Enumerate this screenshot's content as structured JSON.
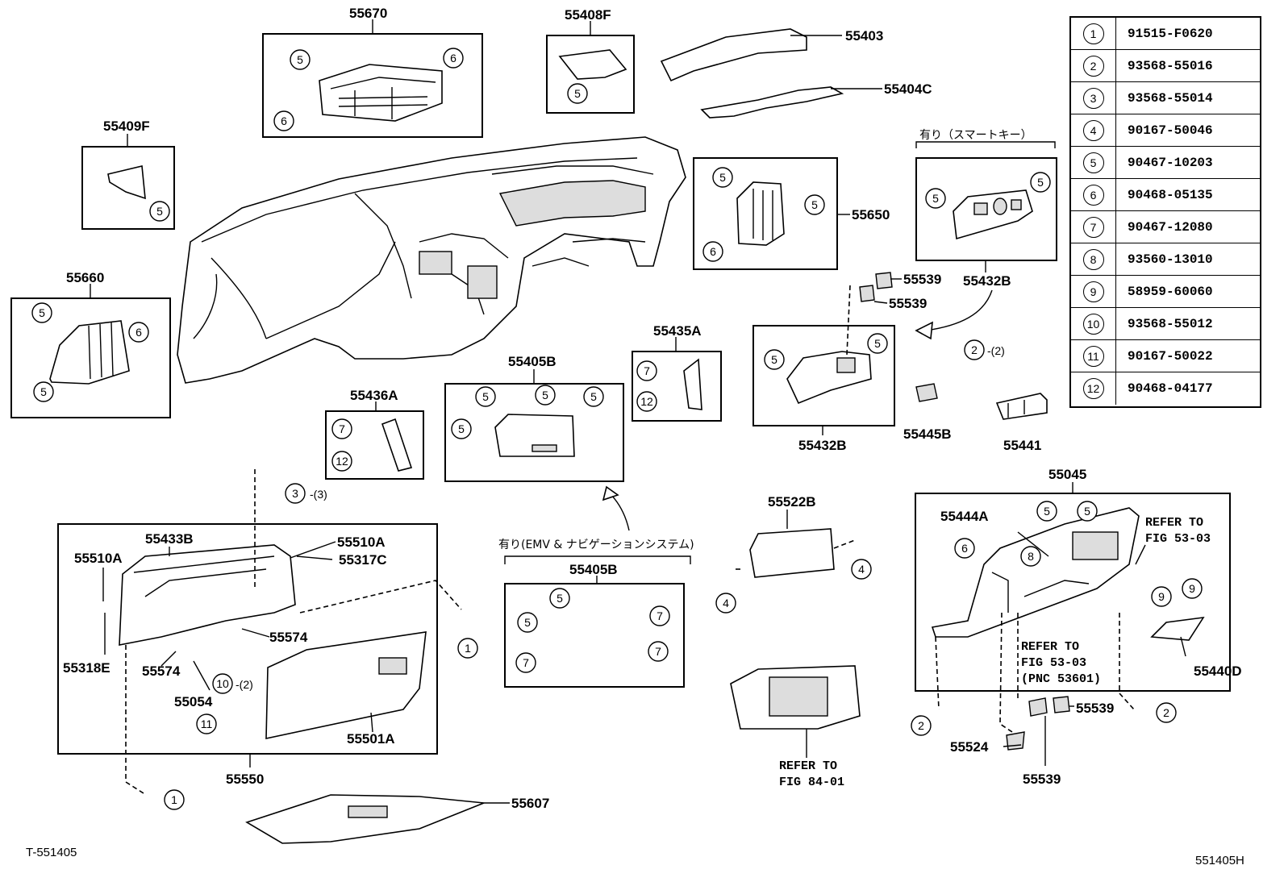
{
  "part_labels": {
    "p55670": "55670",
    "p55408F": "55408F",
    "p55403": "55403",
    "p55404C": "55404C",
    "p55409F": "55409F",
    "p55650": "55650",
    "p55660": "55660",
    "p55539a": "55539",
    "p55539b": "55539",
    "p55432Ba": "55432B",
    "p55432Bb": "55432B",
    "p55435A": "55435A",
    "p55405Ba": "55405B",
    "p55405Bb": "55405B",
    "p55436A": "55436A",
    "p55445B": "55445B",
    "p55441": "55441",
    "p55045": "55045",
    "p55433B": "55433B",
    "p55510Aa": "55510A",
    "p55510Ab": "55510A",
    "p55317C": "55317C",
    "p55574a": "55574",
    "p55574b": "55574",
    "p55318E": "55318E",
    "p55054": "55054",
    "p55501A": "55501A",
    "p55550": "55550",
    "p55607": "55607",
    "p55522B": "55522B",
    "p55444A": "55444A",
    "p55440D": "55440D",
    "p55524": "55524",
    "p55539c": "55539",
    "p55539d": "55539"
  },
  "notes": {
    "smart_key": "有り（スマートキー）",
    "emv_navi": "有り(EMV & ナビゲーションシステム)",
    "refer_84_1": "REFER TO",
    "refer_84_2": "FIG 84-01",
    "refer_53a_1": "REFER TO",
    "refer_53a_2": "FIG 53-03",
    "refer_53b_1": "REFER TO",
    "refer_53b_2": "FIG 53-03",
    "refer_53b_3": "(PNC 53601)"
  },
  "quantities": {
    "q3": "-(3)",
    "q10": "-(2)",
    "q2": "-(2)"
  },
  "callouts": {
    "c1": "1",
    "c2": "2",
    "c3": "3",
    "c4": "4",
    "c5": "5",
    "c6": "6",
    "c7": "7",
    "c8": "8",
    "c9": "9",
    "c10": "10",
    "c11": "11",
    "c12": "12"
  },
  "footer": {
    "left_code": "T-551405",
    "right_code": "551405H"
  },
  "reference_table": [
    {
      "num": "1",
      "part": "91515-F0620"
    },
    {
      "num": "2",
      "part": "93568-55016"
    },
    {
      "num": "3",
      "part": "93568-55014"
    },
    {
      "num": "4",
      "part": "90167-50046"
    },
    {
      "num": "5",
      "part": "90467-10203"
    },
    {
      "num": "6",
      "part": "90468-05135"
    },
    {
      "num": "7",
      "part": "90467-12080"
    },
    {
      "num": "8",
      "part": "93560-13010"
    },
    {
      "num": "9",
      "part": "58959-60060"
    },
    {
      "num": "10",
      "part": "93568-55012"
    },
    {
      "num": "11",
      "part": "90167-50022"
    },
    {
      "num": "12",
      "part": "90468-04177"
    }
  ]
}
